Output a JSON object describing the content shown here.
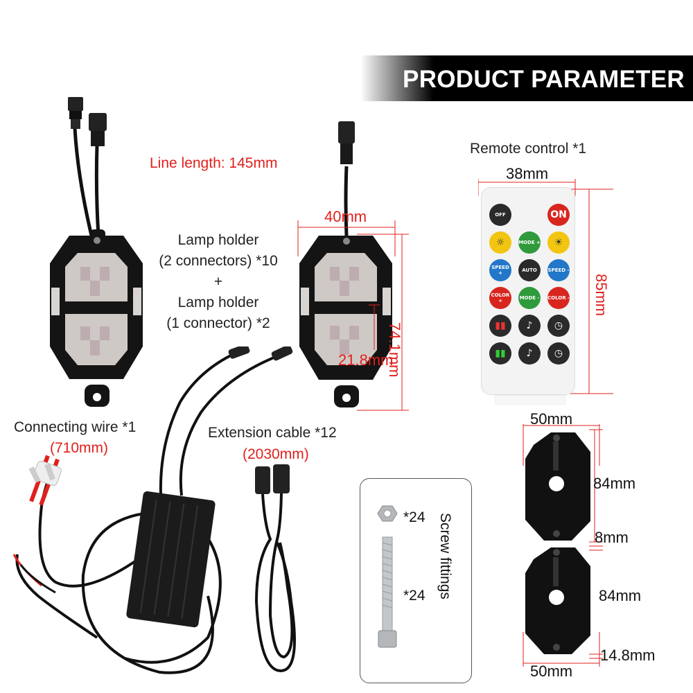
{
  "header": {
    "title": "PRODUCT PARAMETER"
  },
  "labels": {
    "line_length": "Line length: 145mm",
    "lamp_holder_2": [
      "Lamp holder",
      "(2 connectors) *10",
      "+",
      "Lamp holder",
      "(1 connector) *2"
    ],
    "connecting_wire": "Connecting wire *1",
    "connecting_wire_len": "(710mm)",
    "extension_cable": "Extension cable *12",
    "extension_cable_len": "(2030mm)",
    "remote_control": "Remote control *1",
    "screw_fittings": "Screw fittings",
    "nut_qty": "*24",
    "bolt_qty": "*24"
  },
  "dimensions": {
    "lamp_width": "40mm",
    "lamp_height": "74.1mm",
    "lamp_depth": "21.8mm",
    "remote_width": "38mm",
    "remote_height": "85mm",
    "bracket_width_top": "50mm",
    "bracket_height_1": "84mm",
    "bracket_thickness_1": "8mm",
    "bracket_height_2": "84mm",
    "bracket_thickness_2": "14.8mm",
    "bracket_width_bottom": "50mm"
  },
  "remote": {
    "buttons": [
      {
        "label": "OFF",
        "color": "#2a2a2a",
        "text": "#fff"
      },
      {
        "label": "",
        "color": "#ffffff",
        "text": "#fff"
      },
      {
        "label": "ON",
        "color": "#d8261f",
        "text": "#fff"
      },
      {
        "label": "☼",
        "color": "#f2c510",
        "text": "#333"
      },
      {
        "label": "MODE +",
        "color": "#2e9a3c",
        "text": "#fff"
      },
      {
        "label": "☀",
        "color": "#f2c510",
        "text": "#333"
      },
      {
        "label": "SPEED +",
        "color": "#2277c8",
        "text": "#fff"
      },
      {
        "label": "AUTO",
        "color": "#2a2a2a",
        "text": "#fff"
      },
      {
        "label": "SPEED -",
        "color": "#2277c8",
        "text": "#fff"
      },
      {
        "label": "COLOR +",
        "color": "#d8261f",
        "text": "#fff"
      },
      {
        "label": "MODE -",
        "color": "#2e9a3c",
        "text": "#fff"
      },
      {
        "label": "COLOR -",
        "color": "#d8261f",
        "text": "#fff"
      },
      {
        "label": "▮▮",
        "color": "#2a2a2a",
        "text": "#e33"
      },
      {
        "label": "♪",
        "color": "#2a2a2a",
        "text": "#fff"
      },
      {
        "label": "◷",
        "color": "#2a2a2a",
        "text": "#fff"
      },
      {
        "label": "▮▮",
        "color": "#2a2a2a",
        "text": "#3c3"
      },
      {
        "label": "♪",
        "color": "#2a2a2a",
        "text": "#fff"
      },
      {
        "label": "◷",
        "color": "#2a2a2a",
        "text": "#fff"
      }
    ]
  },
  "colors": {
    "accent_red": "#e0201c",
    "header_bg": "#000000",
    "lamp_body": "#141414"
  }
}
